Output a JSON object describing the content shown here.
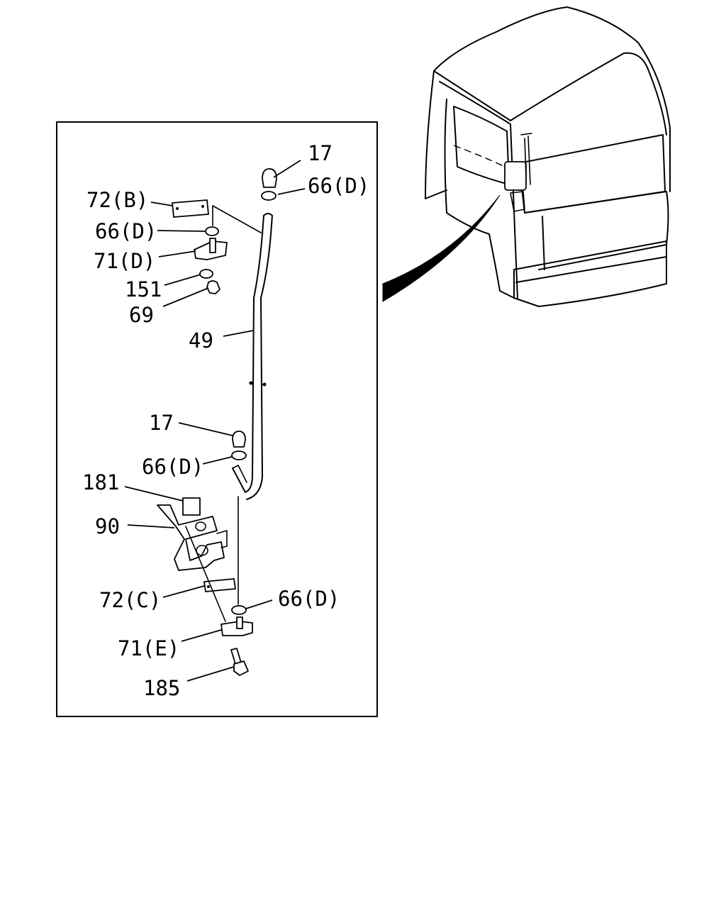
{
  "labels": {
    "l17a": "17",
    "l66a": "66(D)",
    "l72b": "72(B)",
    "l66b": "66(D)",
    "l71d": "71(D)",
    "l151": "151",
    "l69": "69",
    "l49": "49",
    "l17b": "17",
    "l66c": "66(D)",
    "l181": "181",
    "l90": "90",
    "l72c": "72(C)",
    "l66d": "66(D)",
    "l71e": "71(E)",
    "l185": "185"
  },
  "colors": {
    "line": "#000000",
    "background": "#ffffff"
  }
}
